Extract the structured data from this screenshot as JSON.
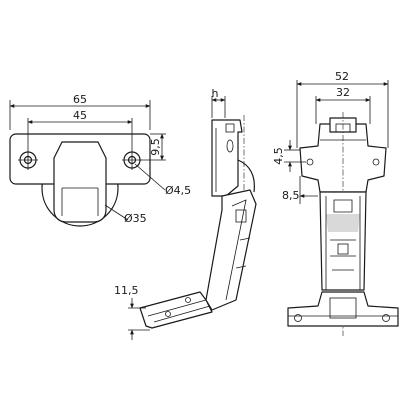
{
  "drawing": {
    "plan_view": {
      "width_overall": "65",
      "hole_spacing": "45",
      "cup_height": "9,5",
      "screw_hole_diameter": "Ø4,5",
      "cup_diameter": "Ø35"
    },
    "side_view": {
      "offset_label": "h",
      "plate_height": "11,5"
    },
    "front_view": {
      "plate_width": "52",
      "plate_spacing": "32",
      "hole_offset": "4,5",
      "hole_distance": "8,5"
    }
  }
}
